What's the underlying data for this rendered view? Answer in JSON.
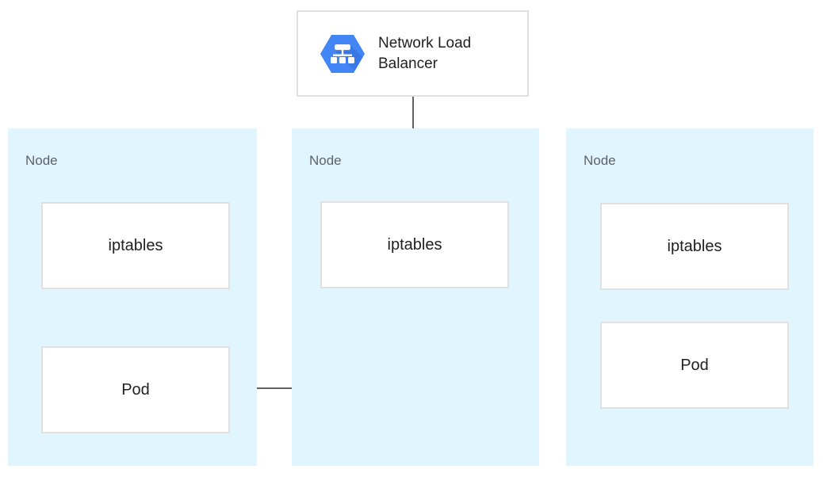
{
  "nlb": {
    "label": "Network Load Balancer",
    "icon": "network-load-balancer-hexagon"
  },
  "nodes": [
    {
      "label": "Node",
      "iptables_label": "iptables",
      "pod_label": "Pod"
    },
    {
      "label": "Node",
      "iptables_label": "iptables"
    },
    {
      "label": "Node",
      "iptables_label": "iptables",
      "pod_label": "Pod"
    }
  ],
  "arrows": [
    {
      "from": "network-load-balancer",
      "to": "node-center-iptables",
      "shape": "straight-down"
    },
    {
      "from": "node-center-iptables",
      "to": "node-left-pod",
      "shape": "down-then-left-elbow"
    }
  ],
  "colors": {
    "node_bg": "#e1f5fe",
    "box_bg": "#ffffff",
    "box_border": "#e0e0e0",
    "hexagon_blue": "#4285f4",
    "hexagon_shadow": "#3069d6",
    "glyph_white": "#ffffff",
    "arrow": "#616161",
    "node_label": "#5f6368",
    "box_text": "#212121"
  }
}
